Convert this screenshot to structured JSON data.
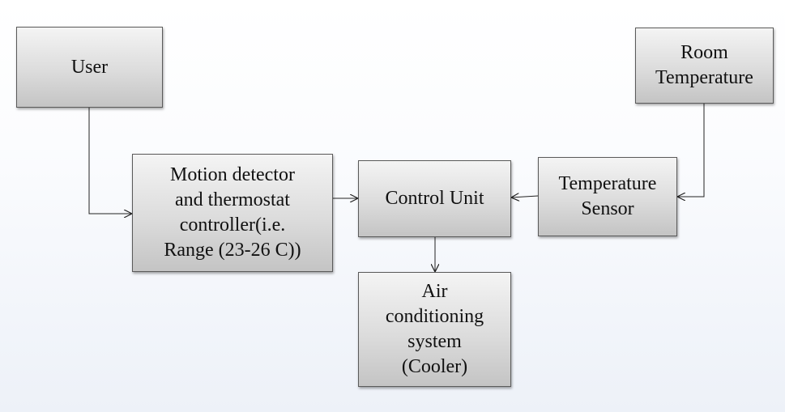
{
  "diagram": {
    "nodes": {
      "user": {
        "label": "User"
      },
      "room_temperature": {
        "label": "Room\nTemperature"
      },
      "motion_detector": {
        "label": "Motion detector\nand thermostat\ncontroller(i.e.\nRange (23-26 C))"
      },
      "control_unit": {
        "label": "Control Unit"
      },
      "temperature_sensor": {
        "label": "Temperature\nSensor"
      },
      "air_conditioning": {
        "label": "Air\nconditioning\nsystem\n(Cooler)"
      }
    },
    "edges": [
      {
        "from": "User",
        "to": "Motion detector and thermostat controller"
      },
      {
        "from": "Motion detector and thermostat controller",
        "to": "Control Unit"
      },
      {
        "from": "Room Temperature",
        "to": "Temperature Sensor"
      },
      {
        "from": "Temperature Sensor",
        "to": "Control Unit"
      },
      {
        "from": "Control Unit",
        "to": "Air conditioning system"
      }
    ]
  }
}
